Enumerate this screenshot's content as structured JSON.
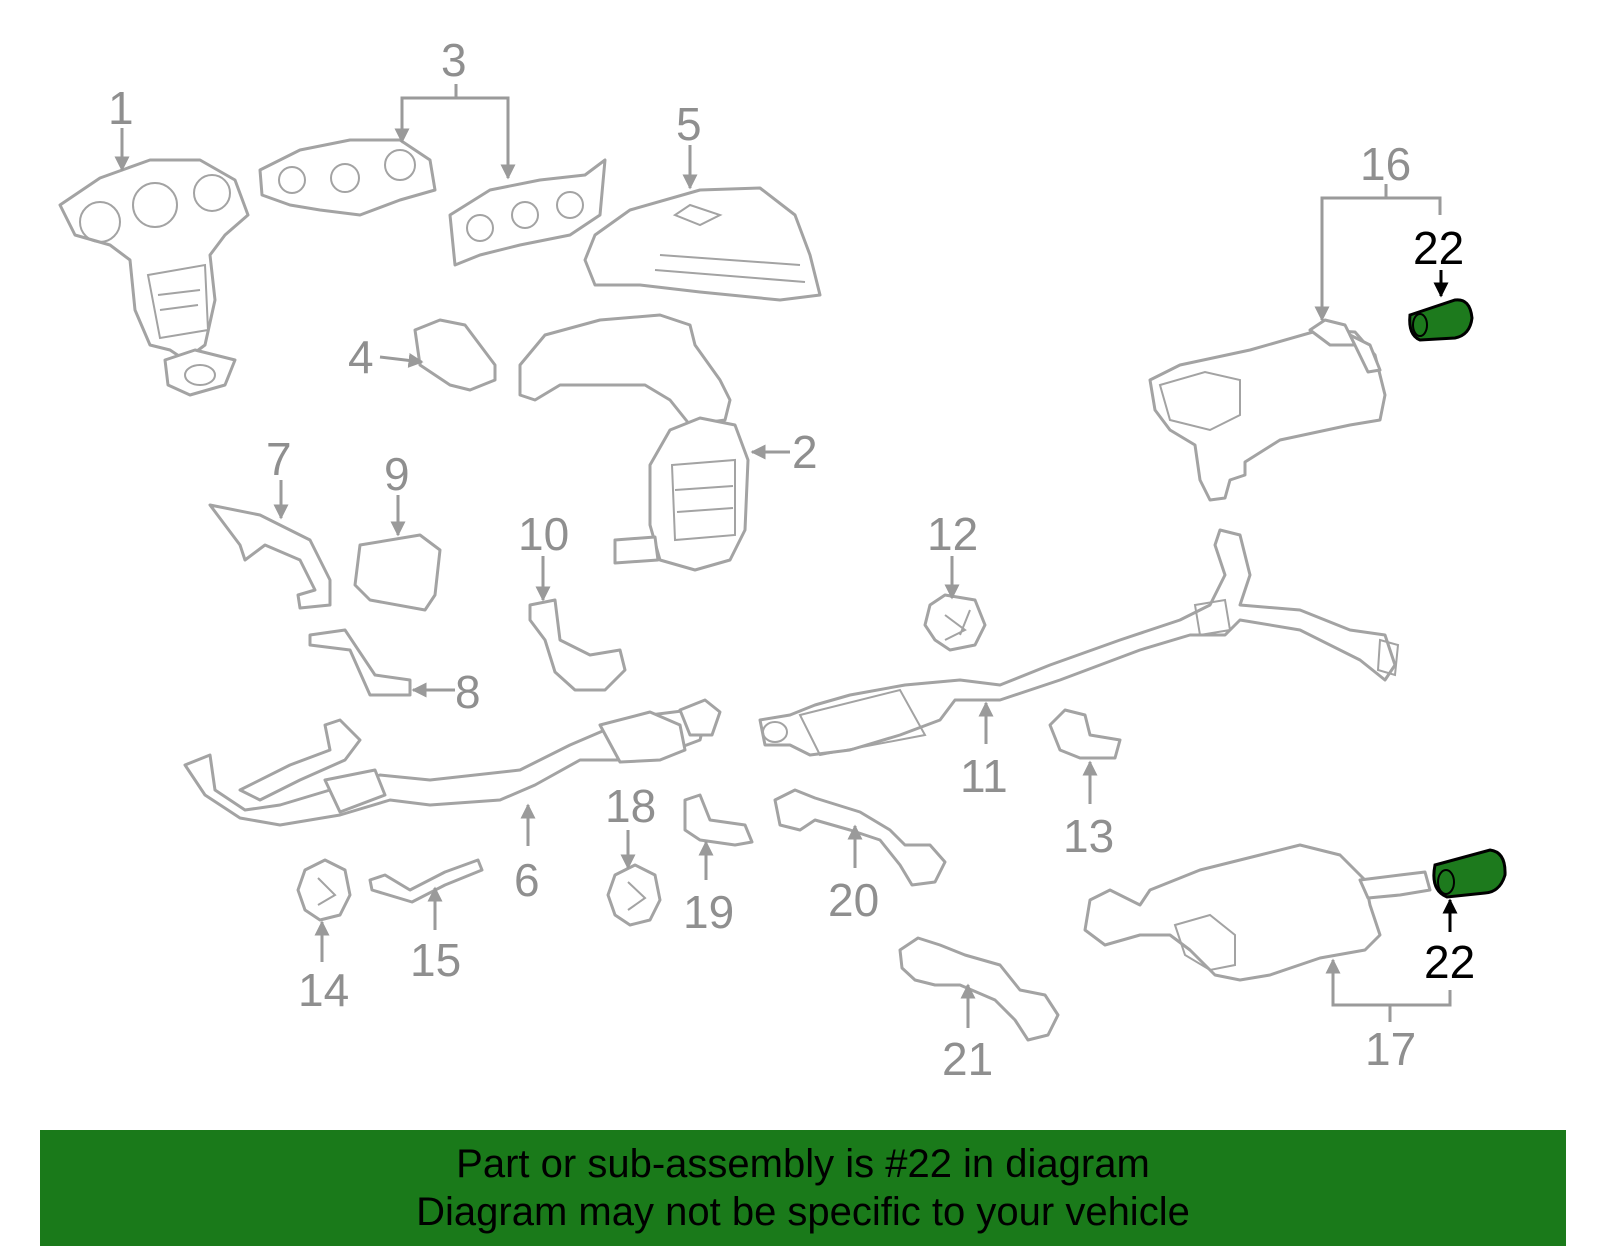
{
  "diagram": {
    "callouts": {
      "c1": "1",
      "c2": "2",
      "c3": "3",
      "c4": "4",
      "c5": "5",
      "c6": "6",
      "c7": "7",
      "c8": "8",
      "c9": "9",
      "c10": "10",
      "c11": "11",
      "c12": "12",
      "c13": "13",
      "c14": "14",
      "c15": "15",
      "c16": "16",
      "c17": "17",
      "c18": "18",
      "c19": "19",
      "c20": "20",
      "c21": "21",
      "c22a": "22",
      "c22b": "22"
    },
    "highlight_color": "#1d7a1d",
    "highlighted_part": "22"
  },
  "banner": {
    "line1": "Part or sub-assembly is #22 in diagram",
    "line2": "Diagram may not be specific to your vehicle",
    "background": "#1a7a1a"
  }
}
